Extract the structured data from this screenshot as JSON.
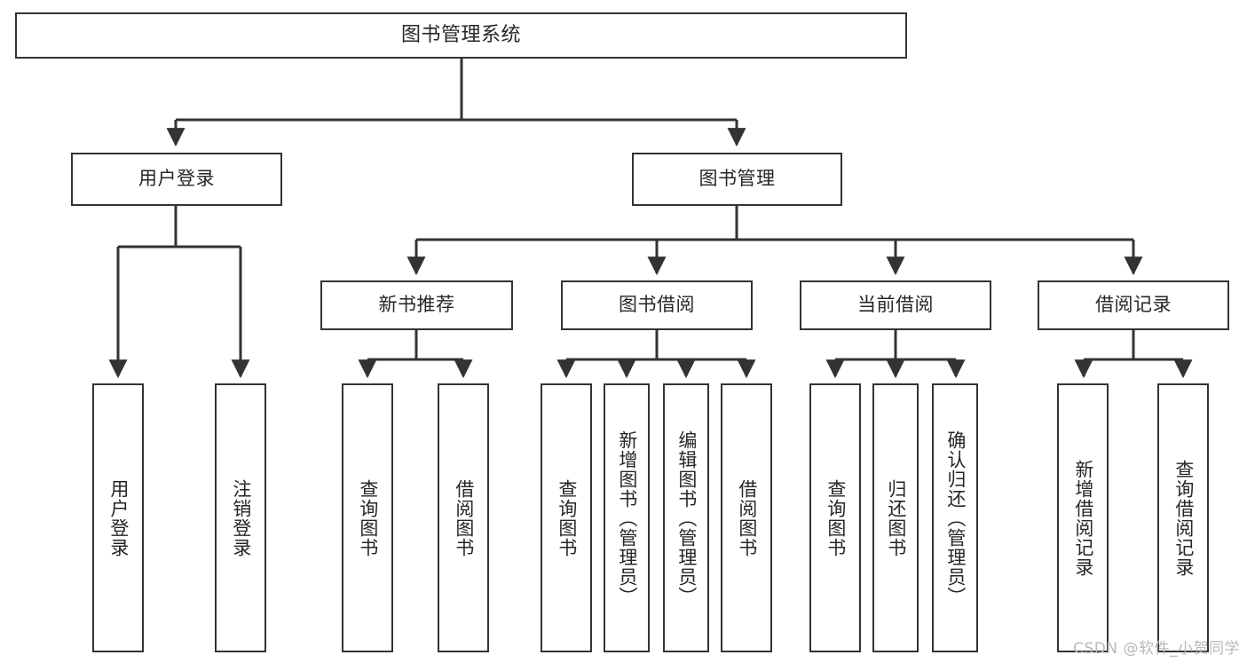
{
  "diagram": {
    "title": "图书管理系统",
    "watermark": "CSDN @软件_小贺同学",
    "colors": {
      "box_border": "#333333",
      "box_fill": "#ffffff",
      "connector": "#333333",
      "text": "#262626",
      "watermark": "#b9b9b9",
      "background": "#ffffff"
    },
    "root": {
      "label": "图书管理系统"
    },
    "level2": [
      {
        "label": "用户登录"
      },
      {
        "label": "图书管理"
      }
    ],
    "level3": [
      {
        "label": "新书推荐"
      },
      {
        "label": "图书借阅"
      },
      {
        "label": "当前借阅"
      },
      {
        "label": "借阅记录"
      }
    ],
    "leaves": {
      "user_login": [
        {
          "label": "用户登录"
        },
        {
          "label": "注销登录"
        }
      ],
      "new_book_recommend": [
        {
          "label": "查询图书"
        },
        {
          "label": "借阅图书"
        }
      ],
      "book_borrow": [
        {
          "label": "查询图书"
        },
        {
          "label": "新增图书（管理员）"
        },
        {
          "label": "编辑图书（管理员）"
        },
        {
          "label": "借阅图书"
        }
      ],
      "current_borrow": [
        {
          "label": "查询图书"
        },
        {
          "label": "归还图书"
        },
        {
          "label": "确认归还（管理员）"
        }
      ],
      "borrow_record": [
        {
          "label": "新增借阅记录"
        },
        {
          "label": "查询借阅记录"
        }
      ]
    }
  }
}
